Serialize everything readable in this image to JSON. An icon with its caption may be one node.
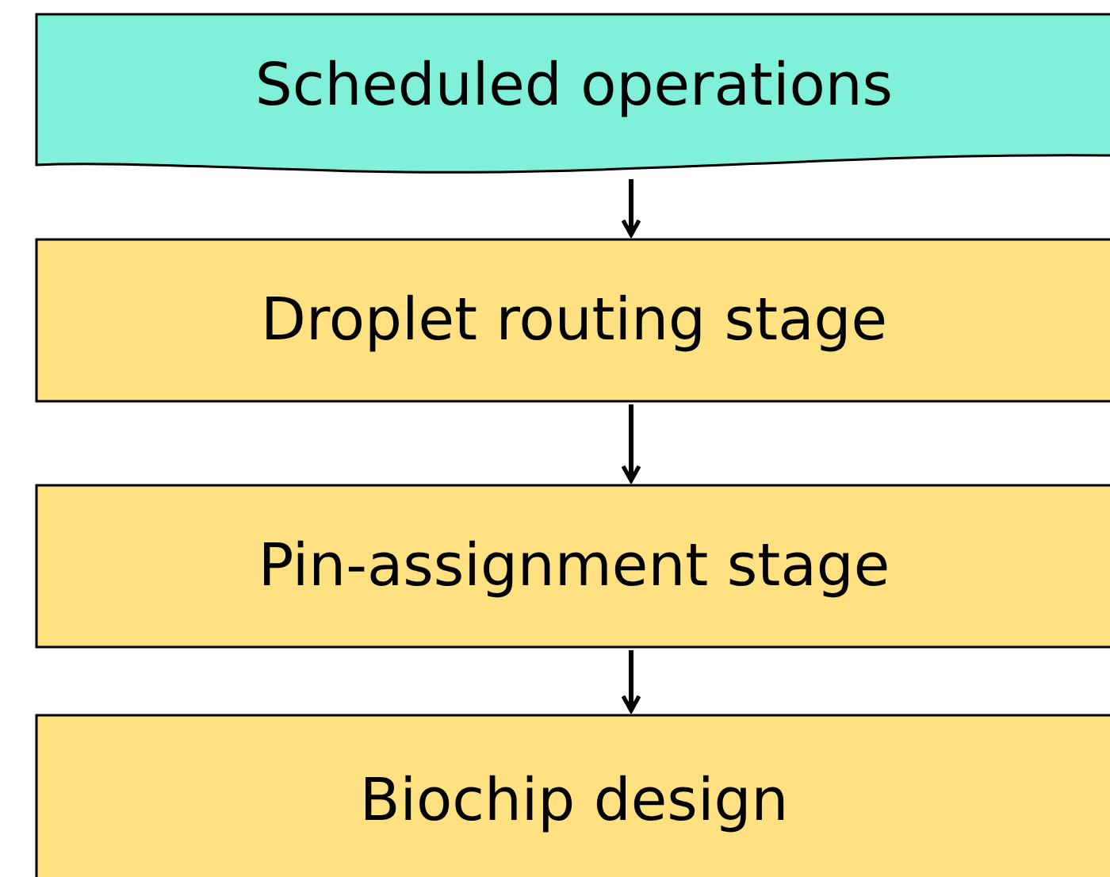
{
  "diagram": {
    "nodes": [
      {
        "text": [
          "Scheduled operations"
        ]
      },
      {
        "text": [
          "Droplet routing stage"
        ]
      },
      {
        "text": [
          "Pin-assignment stage"
        ]
      },
      {
        "text": [
          "Biochip design"
        ]
      }
    ],
    "edges": [
      {
        "from": 0,
        "to": 1,
        "arrow": "to"
      },
      {
        "from": 1,
        "to": 2,
        "arrow": "to"
      },
      {
        "from": 2,
        "to": 3,
        "arrow": "to"
      }
    ]
  }
}
